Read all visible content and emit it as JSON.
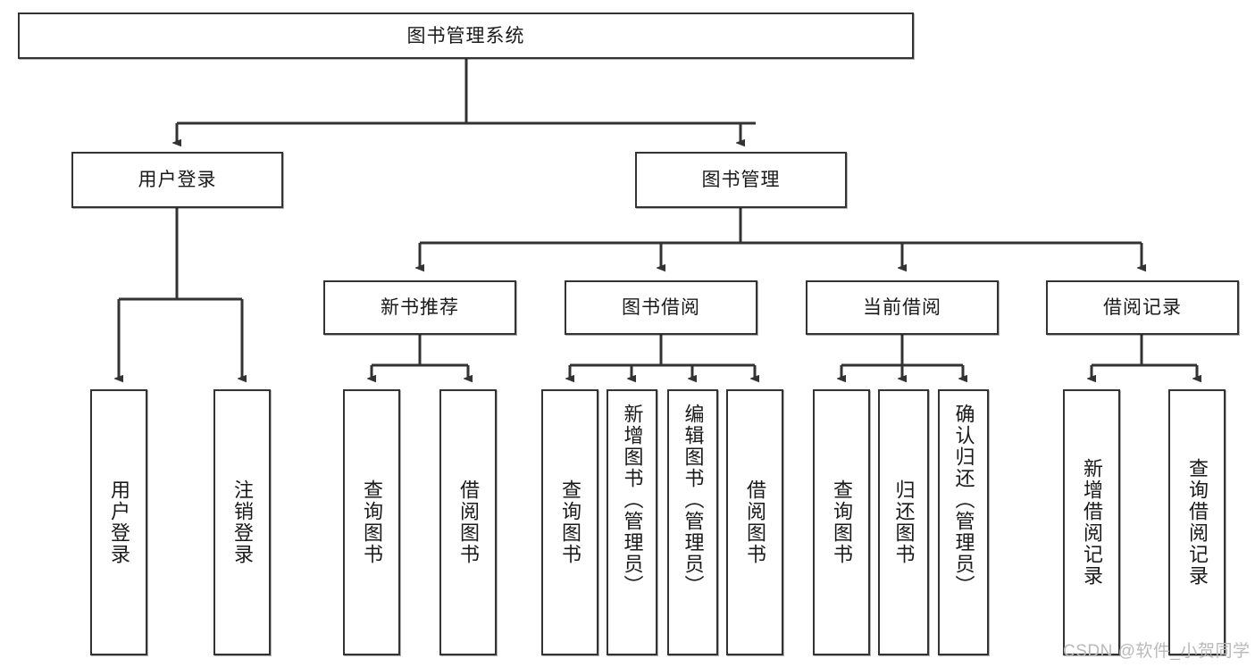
{
  "diagram": {
    "type": "tree",
    "title": "图书管理系统",
    "watermark": "CSDN @软件_小贺同学",
    "colors": {
      "box_border": "#333333",
      "box_fill": "#ffffff",
      "connector": "#333333",
      "text": "#1a1a1a",
      "watermark": "#b9b9b9"
    },
    "root": {
      "label": "图书管理系统"
    },
    "level2": [
      {
        "label": "用户登录"
      },
      {
        "label": "图书管理"
      }
    ],
    "level3": [
      {
        "label": "新书推荐"
      },
      {
        "label": "图书借阅"
      },
      {
        "label": "当前借阅"
      },
      {
        "label": "借阅记录"
      }
    ],
    "leaves": {
      "user_login": [
        {
          "label": "用户登录"
        },
        {
          "label": "注销登录"
        }
      ],
      "new_book": [
        {
          "label": "查询图书"
        },
        {
          "label": "借阅图书"
        }
      ],
      "book_borrow": [
        {
          "label": "查询图书"
        },
        {
          "label": "新增图书（管理员）"
        },
        {
          "label": "编辑图书（管理员）"
        },
        {
          "label": "借阅图书"
        }
      ],
      "current_borrow": [
        {
          "label": "查询图书"
        },
        {
          "label": "归还图书"
        },
        {
          "label": "确认归还（管理员）"
        }
      ],
      "borrow_record": [
        {
          "label": "新增借阅记录"
        },
        {
          "label": "查询借阅记录"
        }
      ]
    }
  }
}
